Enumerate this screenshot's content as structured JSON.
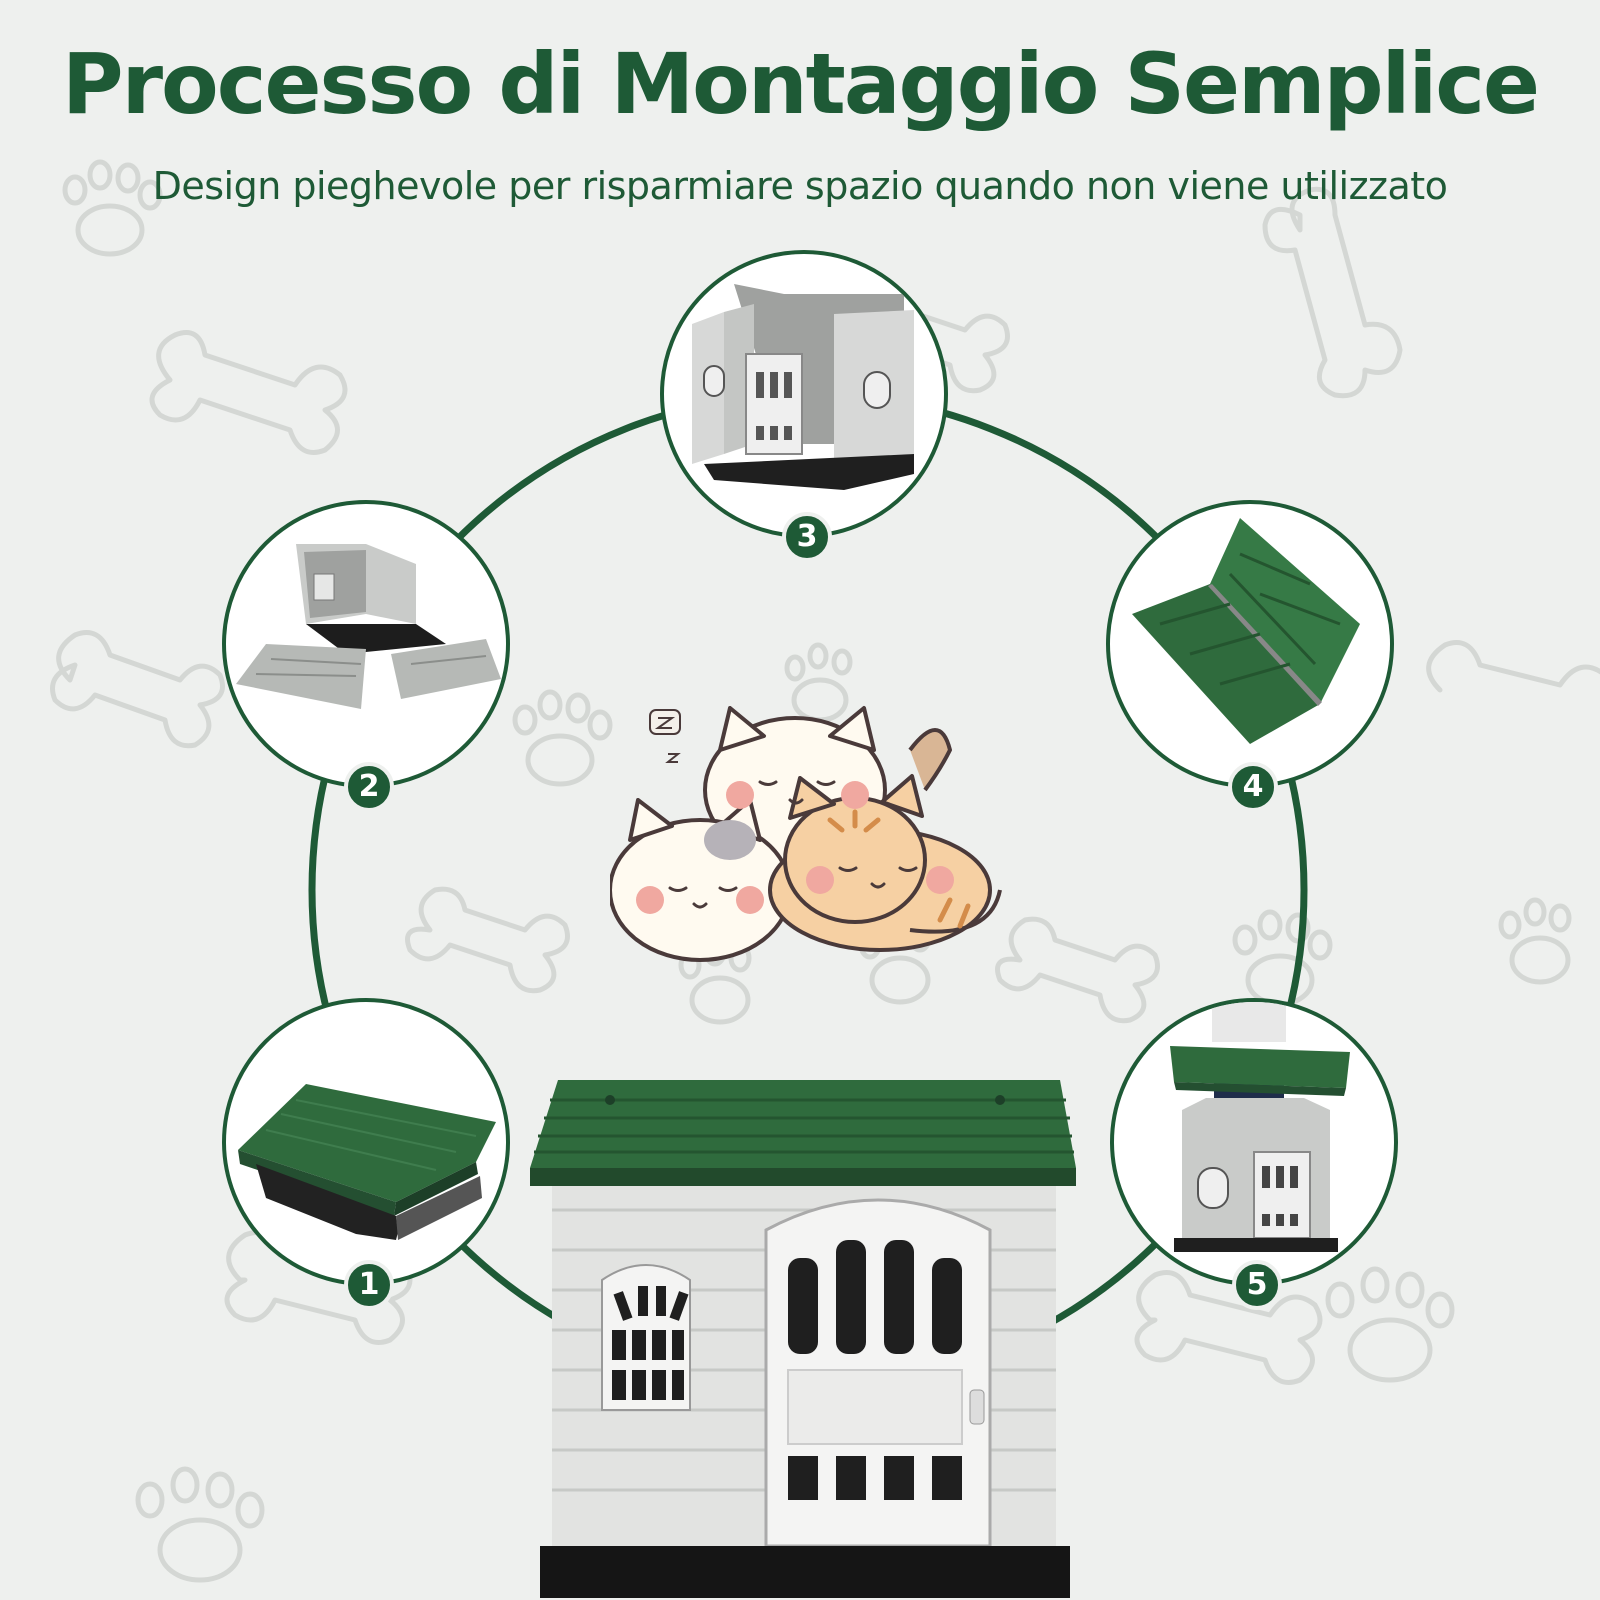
{
  "header": {
    "title": "Processo di Montaggio Semplice",
    "subtitle": "Design pieghevole per risparmiare spazio quando non viene utilizzato"
  },
  "steps": [
    {
      "number": "1",
      "icon": "folded-roof-panel-icon"
    },
    {
      "number": "2",
      "icon": "unfolded-walls-and-base-icon"
    },
    {
      "number": "3",
      "icon": "assembled-walls-icon"
    },
    {
      "number": "4",
      "icon": "open-roof-panel-icon"
    },
    {
      "number": "5",
      "icon": "placing-roof-icon"
    }
  ],
  "colors": {
    "brand_green": "#1e5a36",
    "roof_green": "#2f6b3d",
    "wall_gray": "#e2e3e1",
    "background": "#eef0ee",
    "pattern_line": "#d4d7d4"
  }
}
